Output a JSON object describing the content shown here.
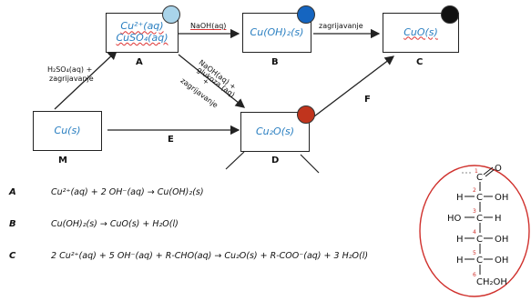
{
  "nodes": {
    "A": {
      "line1": "Cu²⁺(aq)",
      "line2": "CuSO₄(aq)",
      "label": "A",
      "circle_color": "#a9d4ea"
    },
    "B": {
      "line1": "Cu(OH)₂(s)",
      "label": "B",
      "circle_color": "#1565c0"
    },
    "C": {
      "line1": "CuO(s)",
      "label": "C",
      "circle_color": "#111111"
    },
    "M": {
      "line1": "Cu(s)",
      "label": "M"
    },
    "D": {
      "line1": "Cu₂O(s)",
      "label": "D",
      "circle_color": "#c0341d"
    }
  },
  "arrows": {
    "m_to_a_line1": "H₂SO₄(aq) +",
    "m_to_a_line2": "zagrijavanje",
    "a_to_b": "NaOH(aq)",
    "b_to_c": "zagrijavanje",
    "a_to_d_line1": "NaOH(aq) +",
    "a_to_d_line2": "glukoza (aq)",
    "a_to_d_line3": "+",
    "a_to_d_line4": "zagrijavanje",
    "m_to_d": "E",
    "d_to_c": "F"
  },
  "equations": [
    {
      "letter": "A",
      "text": "Cu²⁺(aq) + 2 OH⁻(aq) → Cu(OH)₂(s)"
    },
    {
      "letter": "B",
      "text": "Cu(OH)₂(s) → CuO(s) + H₂O(l)"
    },
    {
      "letter": "C",
      "text": "2 Cu²⁺(aq) + 5 OH⁻(aq) + R-CHO(aq) → Cu₂O(s) + R-COO⁻(aq) + 3 H₂O(l)"
    }
  ],
  "glucose": {
    "c1": "C",
    "o1": "O",
    "h_left": "H",
    "oh": "OH",
    "ho": "HO",
    "h": "H",
    "ch2oh": "CH₂OH",
    "n1": "1",
    "n2": "2",
    "n3": "3",
    "n4": "4",
    "n5": "5",
    "n6": "6",
    "ring_color": "#d0312d"
  }
}
